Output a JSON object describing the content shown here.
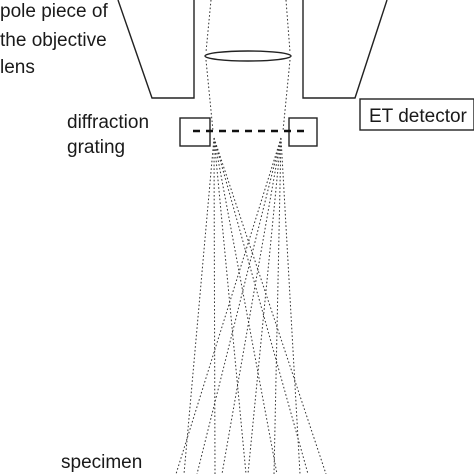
{
  "labels": {
    "pole_piece_line1": "pole piece of",
    "pole_piece_line2": "the objective",
    "pole_piece_line3": "lens",
    "diffraction_line1": "diffraction",
    "diffraction_line2": "grating",
    "et_detector": "ET detector",
    "specimen": "specimen"
  },
  "colors": {
    "line": "#222222",
    "background": "#ffffff"
  }
}
